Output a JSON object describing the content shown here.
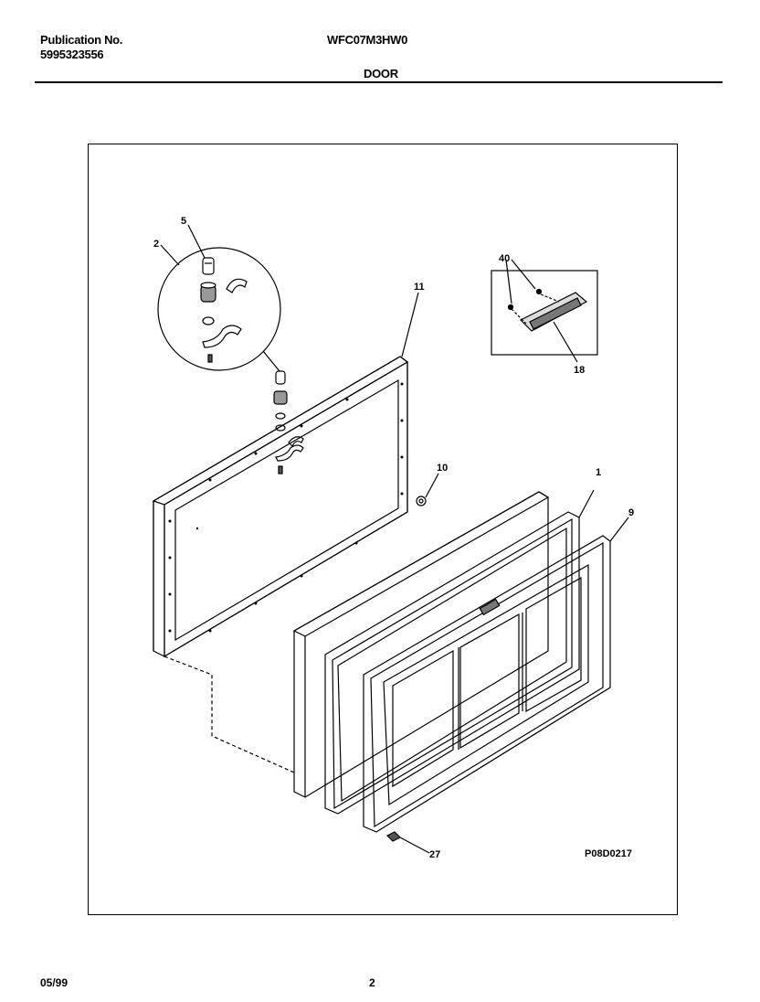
{
  "header": {
    "publication_label": "Publication No.",
    "publication_number": "5995323556",
    "model": "WFC07M3HW0",
    "section": "DOOR"
  },
  "diagram": {
    "callouts": {
      "c1": "1",
      "c2": "2",
      "c5": "5",
      "c9": "9",
      "c10": "10",
      "c11": "11",
      "c18": "18",
      "c27": "27",
      "c40": "40"
    },
    "drawing_number": "P08D0217"
  },
  "footer": {
    "date": "05/99",
    "page": "2"
  }
}
